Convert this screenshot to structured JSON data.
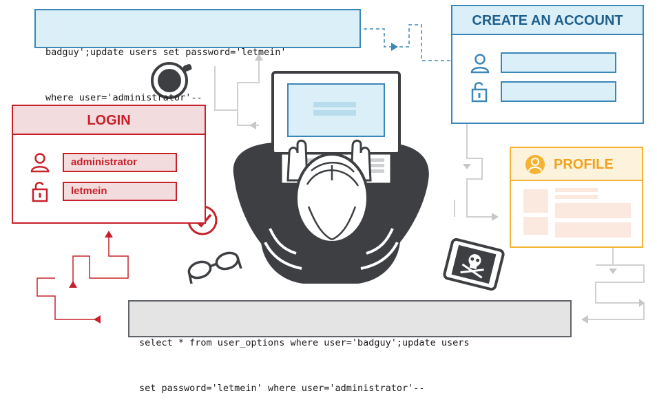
{
  "sql_top": {
    "line1": "badguy';update users set password='letmein'",
    "line2": "where user='administrator'--"
  },
  "sql_bottom": {
    "line1": "select * from user_options where user='badguy';update users",
    "line2": "set password='letmein' where user='administrator'--"
  },
  "login": {
    "title": "LOGIN",
    "username": "administrator",
    "password": "letmein"
  },
  "create_account": {
    "title": "CREATE AN ACCOUNT"
  },
  "profile": {
    "title": "PROFILE"
  },
  "colors": {
    "red": "#c8202a",
    "blue": "#3a87b8",
    "orange": "#f4b332",
    "dark_gray": "#3d3f42"
  }
}
